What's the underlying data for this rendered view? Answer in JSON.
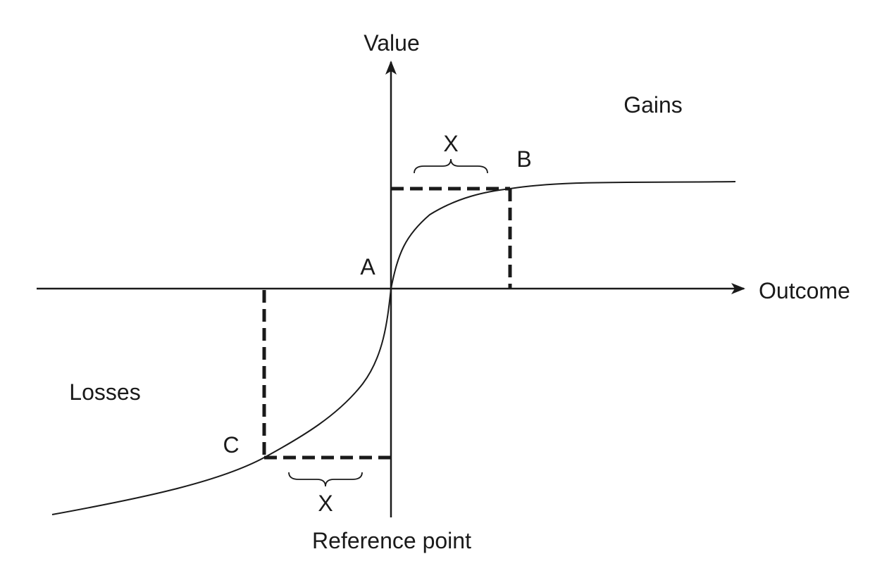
{
  "labels": {
    "y_axis": "Value",
    "x_axis": "Outcome",
    "gains": "Gains",
    "losses": "Losses",
    "reference": "Reference point",
    "point_a": "A",
    "point_b": "B",
    "point_c": "C",
    "interval_top": "X",
    "interval_bottom": "X"
  },
  "colors": {
    "ink": "#1a1a1a",
    "dashed": "#1a1a1a",
    "background": "#ffffff"
  }
}
